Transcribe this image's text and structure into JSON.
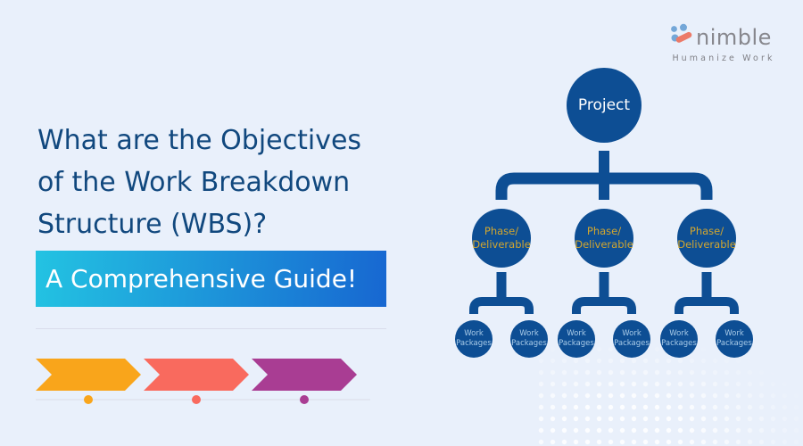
{
  "logo": {
    "name": "nimble",
    "tagline": "Humanize Work"
  },
  "hero": {
    "title_line1": "What are the Objectives",
    "title_line2": "of the Work Breakdown",
    "title_line3": "Structure (WBS)?",
    "subtitle": "A Comprehensive Guide!"
  },
  "diagram": {
    "root_label": "Project",
    "phase_label_line1": "Phase/",
    "phase_label_line2": "Deliverable",
    "work_package_line1": "Work",
    "work_package_line2": "Packages",
    "levels": [
      "Project",
      "Phase/Deliverable",
      "Work Packages"
    ],
    "phase_count": 3,
    "work_package_count": 6
  },
  "colors": {
    "background": "#E9F0FB",
    "node_blue": "#0D4E94",
    "title_navy": "#11487E",
    "banner_gradient_start": "#23C3E2",
    "banner_gradient_end": "#1767D1",
    "phase_text_gold": "#D2A62F",
    "work_package_text": "#A9CBE8",
    "arrow_orange": "#F9A51B",
    "arrow_coral": "#F96A5E",
    "arrow_magenta": "#A93D93"
  }
}
